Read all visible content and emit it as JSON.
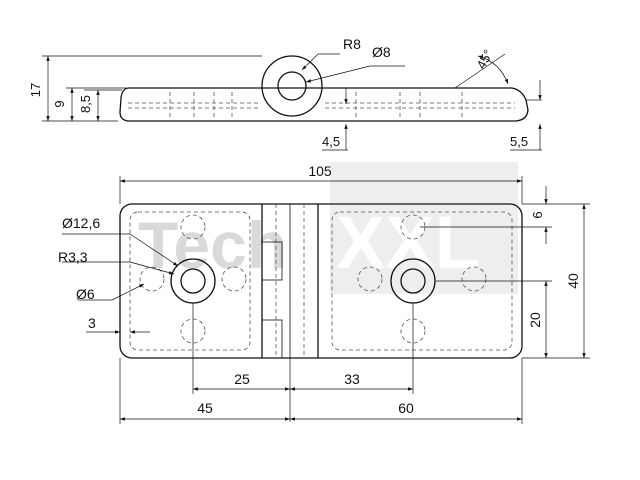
{
  "watermark": {
    "part1": "Tech",
    "part2": "XXL"
  },
  "side_view": {
    "labels": {
      "radius": "R8",
      "pin_diameter": "Ø8",
      "angle": "45°",
      "height_total": "17",
      "height_plate": "9",
      "height_inner": "8,5",
      "offset": "4,5",
      "edge": "5,5"
    }
  },
  "top_view": {
    "labels": {
      "width_total": "105",
      "counterbore_dia": "Ø12,6",
      "corner_radius": "R3,3",
      "hole_dia": "Ø6",
      "edge_offset": "3",
      "top_offset": "6",
      "height_total": "40",
      "hole_height": "20",
      "left_hole_to_axis": "25",
      "right_hole_to_axis": "33",
      "left_leaf_width": "45",
      "right_leaf_width": "60"
    }
  }
}
